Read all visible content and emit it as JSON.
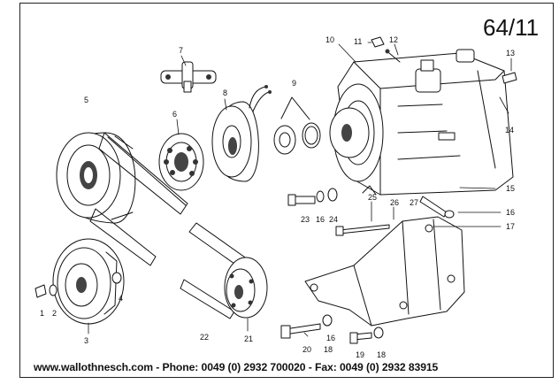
{
  "page_number": "64/11",
  "footer": {
    "contact_line": "www.wallothnesch.com - Phone: 0049 (0) 2932 700020 - Fax: 0049 (0) 2932 83915"
  },
  "part_labels": [
    "1",
    "2",
    "3",
    "4",
    "5",
    "6",
    "7",
    "8",
    "9",
    "10",
    "11",
    "12",
    "13",
    "14",
    "15",
    "16",
    "17",
    "18",
    "19",
    "20",
    "21",
    "22",
    "23",
    "24",
    "25",
    "26",
    "27",
    "16",
    "16",
    "18"
  ]
}
